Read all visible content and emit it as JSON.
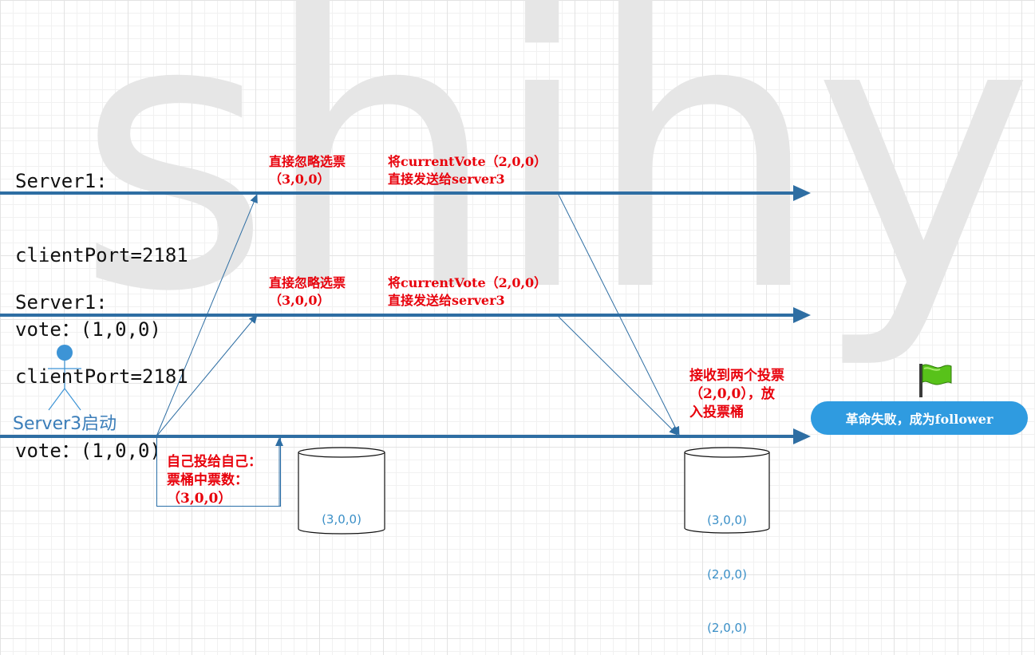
{
  "watermark": "shihy",
  "server_a": {
    "line1": "Server1:",
    "line2": "clientPort=2181",
    "line3": "vote：(1,0,0)"
  },
  "server_b": {
    "line1": "Server1:",
    "line2": "clientPort=2181",
    "line3": "vote：(1,0,0)"
  },
  "server3": {
    "label": "Server3启动"
  },
  "annotations": {
    "ignore_1": "直接忽略选票\n（3,0,0）",
    "send_1": "将currentVote（2,0,0）\n直接发送给server3",
    "ignore_2": "直接忽略选票\n（3,0,0）",
    "send_2": "将currentVote（2,0,0）\n直接发送给server3",
    "self_vote": "自己投给自己：\n票桶中票数：\n（3,0,0）",
    "received": "接收到两个投票\n（2,0,0），放\n入投票桶"
  },
  "bucket_1": {
    "votes": [
      "(3,0,0)"
    ]
  },
  "bucket_2": {
    "votes": [
      "(3,0,0)",
      "(2,0,0)",
      "(2,0,0)"
    ]
  },
  "result": {
    "label": "革命失败，成为follower"
  },
  "colors": {
    "timeline": "#2e6ea3",
    "annotation": "#e8000b",
    "bucket_text": "#3a8fc7",
    "pill": "#2f9be0",
    "flag": "#58c21a"
  }
}
